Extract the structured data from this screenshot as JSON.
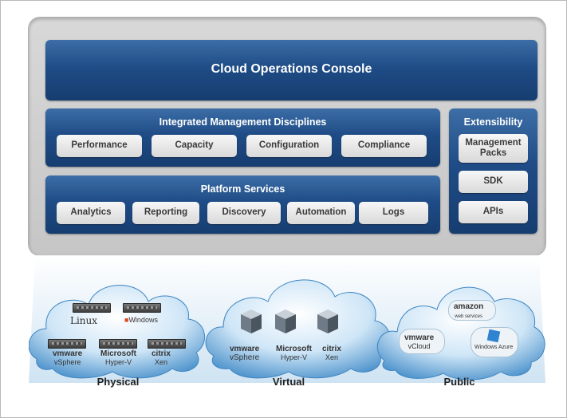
{
  "console": {
    "title": "Cloud Operations Console"
  },
  "disciplines": {
    "title": "Integrated Management Disciplines",
    "items": [
      "Performance",
      "Capacity",
      "Configuration",
      "Compliance"
    ]
  },
  "platform": {
    "title": "Platform Services",
    "items": [
      "Analytics",
      "Reporting",
      "Discovery",
      "Automation",
      "Logs"
    ]
  },
  "extensibility": {
    "title": "Extensibility",
    "items": [
      "Management Packs",
      "SDK",
      "APIs"
    ]
  },
  "clouds": {
    "physical": {
      "label": "Physical",
      "os": [
        "Linux",
        "Windows"
      ],
      "vendors": [
        {
          "brand": "vmware",
          "product": "vSphere"
        },
        {
          "brand": "Microsoft",
          "product": "Hyper-V"
        },
        {
          "brand": "citrix",
          "product": "Xen"
        }
      ]
    },
    "virtual": {
      "label": "Virtual",
      "vendors": [
        {
          "brand": "vmware",
          "product": "vSphere"
        },
        {
          "brand": "Microsoft",
          "product": "Hyper-V"
        },
        {
          "brand": "citrix",
          "product": "Xen"
        }
      ]
    },
    "public": {
      "label": "Public",
      "providers": [
        {
          "brand": "amazon",
          "product": "web services"
        },
        {
          "brand": "vmware",
          "product": "vCloud"
        },
        {
          "brand": "",
          "product": "Windows Azure"
        }
      ]
    }
  },
  "colors": {
    "panel_blue": "#1f4c86",
    "cloud_blue": "#5aa0d6",
    "panel_grey": "#cfcfcf"
  }
}
